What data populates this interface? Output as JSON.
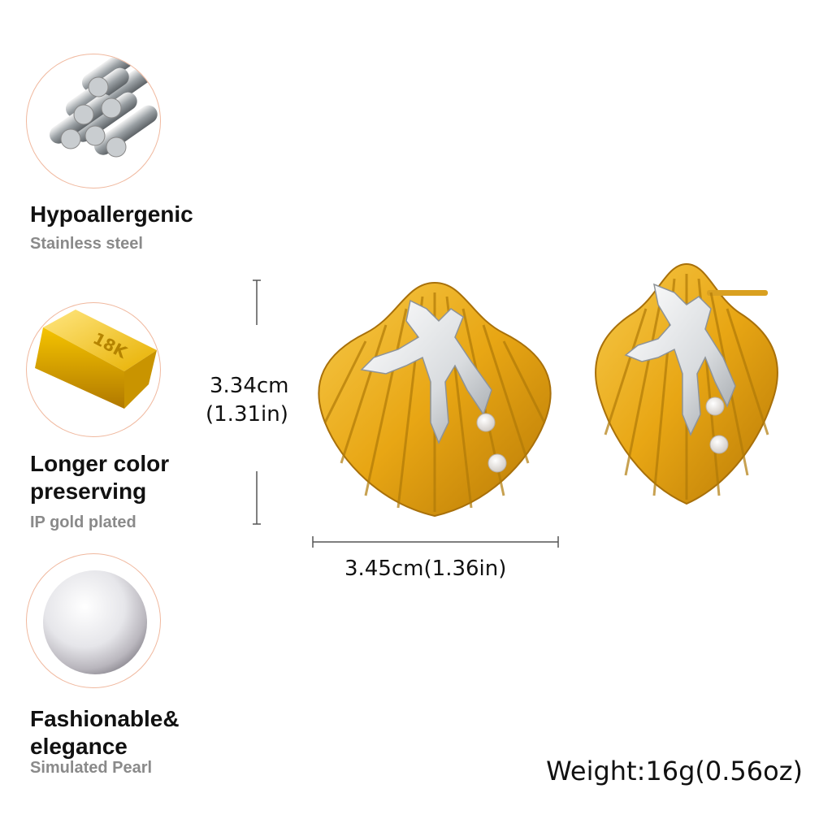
{
  "features": [
    {
      "title": "Hypoallergenic",
      "subtitle": "Stainless steel",
      "icon": "steel-rods-icon"
    },
    {
      "title": "Longer color preserving",
      "subtitle": "IP gold plated",
      "icon": "gold-bar-icon",
      "badge": "18K"
    },
    {
      "title": "Fashionable& elegance",
      "subtitle": "Simulated Pearl",
      "icon": "pearl-icon"
    }
  ],
  "dimensions": {
    "height_cm": "3.34cm",
    "height_in": "(1.31in)",
    "width": "3.45cm(1.36in)"
  },
  "weight": "Weight:16g(0.56oz)",
  "colors": {
    "gold": "#e8a614",
    "silver": "#d9dcdf",
    "circle_border": "#f0b89e",
    "subtitle": "#8a8a8a"
  }
}
